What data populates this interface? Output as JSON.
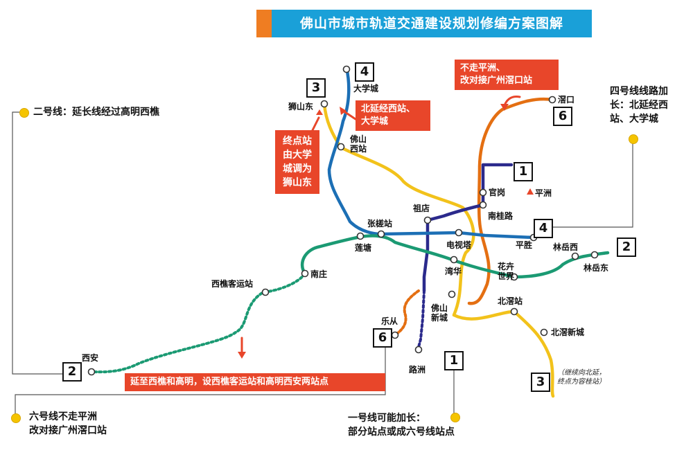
{
  "title": "佛山市城市轨道交通建设规划修编方案图解",
  "colors": {
    "line1": "#2b2a8c",
    "line2": "#1b9a73",
    "line3": "#f2c21b",
    "line4": "#1c6fb5",
    "line6": "#e46f12",
    "callout": "#e8462a",
    "title_bar": "#1aa0d8"
  },
  "callouts": {
    "c1": [
      "不走平洲、",
      "改对接广州滘口站"
    ],
    "c2": [
      "北延经西站、",
      "大学城"
    ],
    "c3": [
      "终点站",
      "由大学",
      "城调为",
      "狮山东"
    ],
    "c4": "延至西樵和高明，设西樵客运站和高明西安两站点"
  },
  "notes": {
    "line2": "二号线：延长线经过高明西樵",
    "line4": [
      "四号线线路加",
      "长：北延经西",
      "站、大学城"
    ],
    "line6": [
      "六号线不走平洲",
      "改对接广州滘口站"
    ],
    "line1": [
      "一号线可能加长：",
      "部分站点或成六号线站点"
    ]
  },
  "badges": {
    "line4_top": "4",
    "line3_top": "3",
    "line6_top": "6",
    "line1_top": "1",
    "line4_right": "4",
    "line2_right": "2",
    "line2_left": "2",
    "line6_bottom": "6",
    "line1_bottom": "1",
    "line3_bottom": "3"
  },
  "stations": {
    "daxuecheng": "大学城",
    "shishandong": "狮山东",
    "foshan_xizhan": [
      "佛山",
      "西站"
    ],
    "jiaokou": "滘口",
    "guangang": "官岗",
    "pingzhou": "平洲",
    "zudian": "祖店",
    "nanguilu": "南桂路",
    "zhangchazhan": "张槎站",
    "lianlu": "莲塘",
    "dianshita": "电视塔",
    "pingsheng": "平胜",
    "linyuexi": "林岳西",
    "linyuedong": "林岳东",
    "nanzhuang": "南庄",
    "xiqiao": "西樵客运站",
    "wanhua": "湾华",
    "huahui": [
      "花卉",
      "世界"
    ],
    "beijiao": "北滘站",
    "beijiao_xincheng": "北滘新城",
    "lecong": "乐从",
    "foshan_xincheng": [
      "佛山",
      "新城"
    ],
    "luzhou": "路洲",
    "xian": "西安"
  },
  "line3_note": [
    "（继续向北延，",
    "终点为容桂站）"
  ]
}
